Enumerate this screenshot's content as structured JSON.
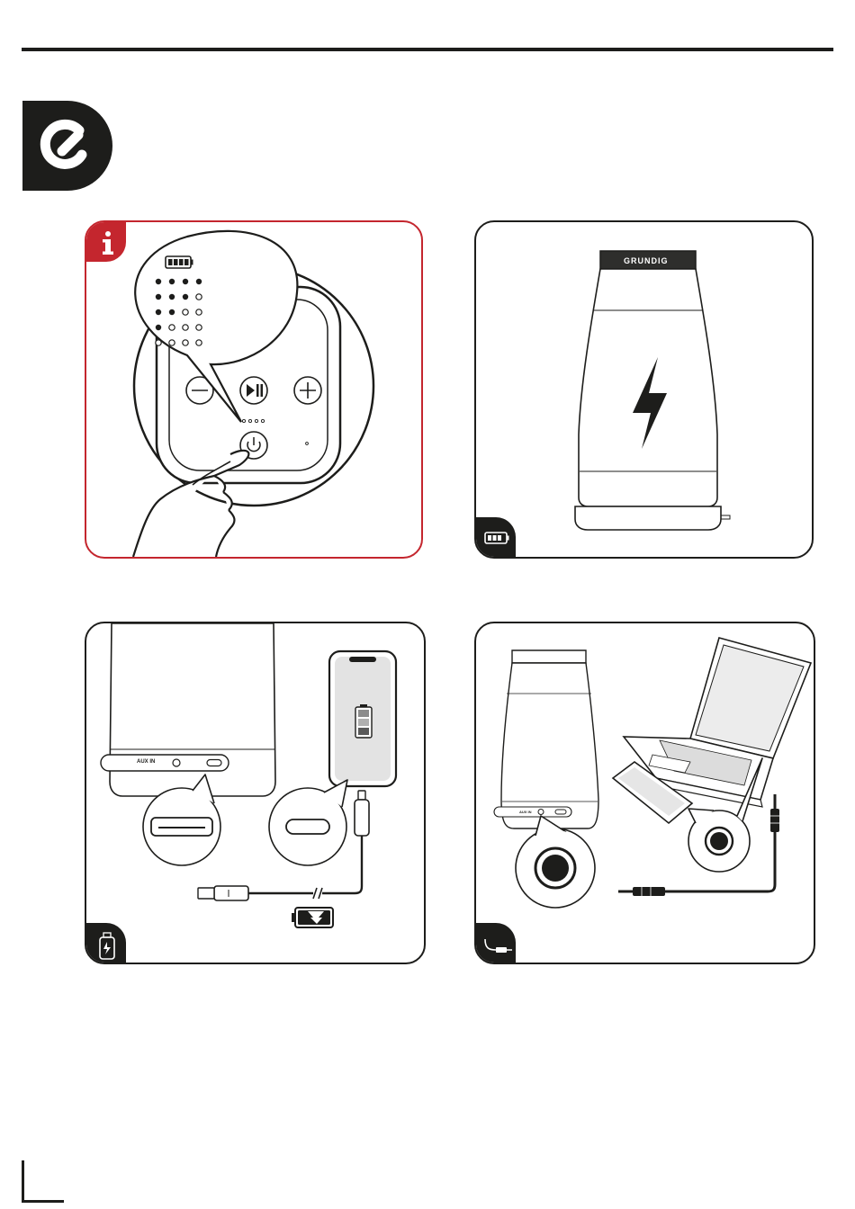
{
  "header": {
    "section_icon": "connection-link-icon"
  },
  "panels": {
    "power": {
      "tag_icon": "info-icon",
      "tag_glyph": "i",
      "battery_levels": [
        4,
        3,
        2,
        1,
        0
      ],
      "button_icons": [
        "minus-icon",
        "play-pause-icon",
        "plus-icon",
        "power-icon"
      ],
      "accent_color": "#c4262e"
    },
    "charging": {
      "brand": "GRUNDIG",
      "tag_icon": "battery-full-icon",
      "center_icon": "lightning-bolt-icon"
    },
    "usb_charge": {
      "port_label": "AUX IN",
      "tag_icon": "usb-power-bank-icon",
      "cable_icons": [
        "usb-a-plug-icon",
        "usb-c-plug-icon",
        "battery-charging-icon"
      ]
    },
    "aux": {
      "port_label": "AUX IN",
      "tag_icon": "aux-cable-icon",
      "devices": [
        "laptop-icon",
        "smartphone-icon"
      ],
      "jack_icon": "3-5mm-jack-icon"
    }
  }
}
